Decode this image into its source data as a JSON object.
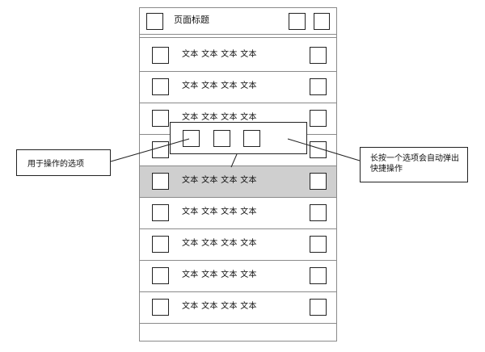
{
  "header": {
    "title": "页面标题"
  },
  "list": {
    "items": [
      {
        "text": "文本 文本 文本 文本"
      },
      {
        "text": "文本 文本 文本 文本"
      },
      {
        "text": "文本 文本 文本 文本"
      },
      {
        "text": ""
      },
      {
        "text": "文本 文本 文本 文本",
        "highlighted": true
      },
      {
        "text": "文本 文本 文本 文本"
      },
      {
        "text": "文本 文本 文本 文本"
      },
      {
        "text": "文本 文本 文本 文本"
      },
      {
        "text": "文本 文本 文本 文本"
      }
    ]
  },
  "annotations": {
    "left": "用于操作的选项",
    "right": "长按一个选项会自动弹出快捷操作"
  }
}
